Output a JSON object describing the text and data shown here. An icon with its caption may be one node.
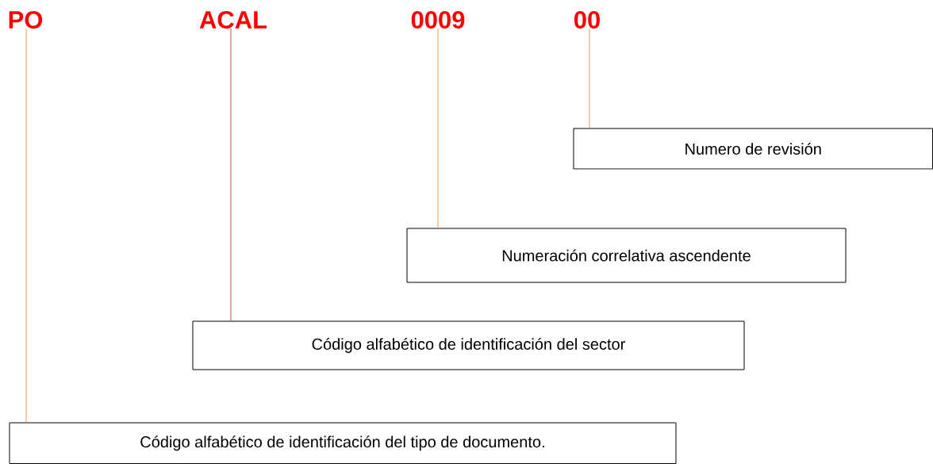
{
  "diagram": {
    "nodes": [
      {
        "text": [
          "PO"
        ]
      },
      {
        "text": [
          "ACAL"
        ]
      },
      {
        "text": [
          "0009"
        ]
      },
      {
        "text": [
          "00"
        ]
      },
      {
        "text": [
          "Numero de revisión"
        ]
      },
      {
        "text": [
          "Numeración correlativa ascendente"
        ]
      },
      {
        "text": [
          "Código alfabético de identificación del sector"
        ]
      },
      {
        "text": [
          "Código alfabético de identificación del tipo de documento."
        ]
      }
    ],
    "edges": [
      {
        "from": 0,
        "to": 7,
        "arrow": "none"
      },
      {
        "from": 1,
        "to": 6,
        "arrow": "none",
        "color": "#c0504d"
      },
      {
        "from": 2,
        "to": 5,
        "arrow": "none"
      },
      {
        "from": 3,
        "to": 4,
        "arrow": "none"
      }
    ]
  }
}
